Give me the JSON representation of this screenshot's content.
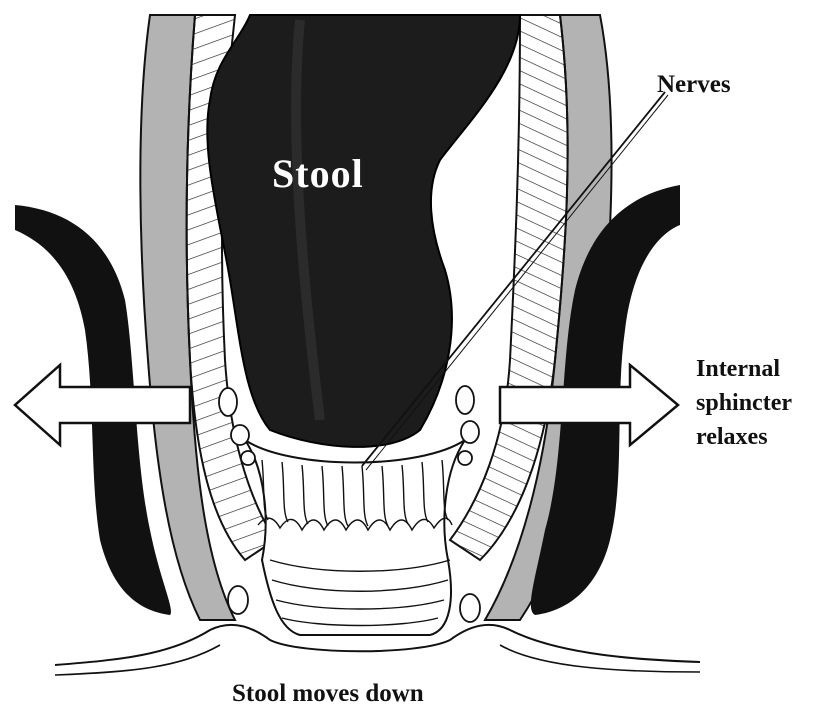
{
  "labels": {
    "stool": "Stool",
    "nerves": "Nerves",
    "internal_sphincter_line1": "Internal",
    "internal_sphincter_line2": "sphincter",
    "internal_sphincter_line3": "relaxes",
    "stool_moves_down": "Stool moves down"
  },
  "colors": {
    "stool": "#1c1c1c",
    "external_sphincter": "#111111",
    "muscle_wall": "#b3b3b3",
    "outline": "#111111",
    "background": "#ffffff"
  },
  "icons": {
    "left_arrow": "outward-arrow-left",
    "right_arrow": "outward-arrow-right"
  }
}
